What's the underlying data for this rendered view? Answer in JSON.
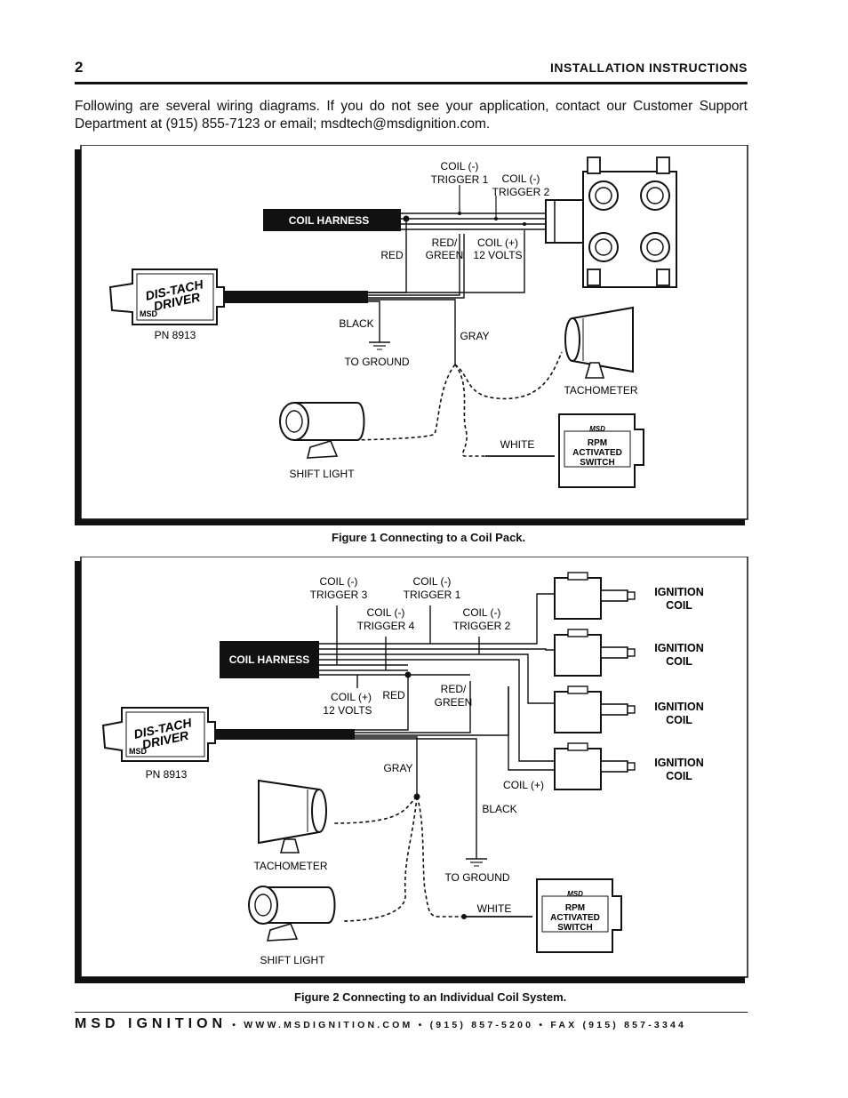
{
  "header": {
    "page_number": "2",
    "title": "INSTALLATION INSTRUCTIONS"
  },
  "intro_text": "Following are several wiring diagrams. If you do not see your application, contact our Customer Support Department at (915) 855-7123 or email; msdtech@msdignition.com.",
  "figure1": {
    "caption": "Figure 1  Connecting to a Coil Pack.",
    "coil_harness": "COIL HARNESS",
    "trigger1": [
      "COIL (-)",
      "TRIGGER 1"
    ],
    "trigger2": [
      "COIL (-)",
      "TRIGGER 2"
    ],
    "red": "RED",
    "red_green": [
      "RED/",
      "GREEN"
    ],
    "coil_plus": [
      "COIL (+)",
      "12 VOLTS"
    ],
    "black": "BLACK",
    "to_ground": "TO GROUND",
    "gray": "GRAY",
    "tachometer": "TACHOMETER",
    "white": "WHITE",
    "shift_light": "SHIFT LIGHT",
    "part_number": "PN 8913",
    "driver_logo": [
      "DIS-TACH",
      "DRIVER"
    ],
    "msd": "MSD",
    "switch_label": [
      "RPM",
      "ACTIVATED",
      "SWITCH"
    ]
  },
  "figure2": {
    "caption": "Figure 2 Connecting to an Individual Coil System.",
    "coil_harness": "COIL HARNESS",
    "trigger3": [
      "COIL (-)",
      "TRIGGER 3"
    ],
    "trigger1": [
      "COIL (-)",
      "TRIGGER 1"
    ],
    "trigger4": [
      "COIL (-)",
      "TRIGGER 4"
    ],
    "trigger2": [
      "COIL (-)",
      "TRIGGER 2"
    ],
    "coil_plus": [
      "COIL (+)",
      "12 VOLTS"
    ],
    "red": "RED",
    "red_green": [
      "RED/",
      "GREEN"
    ],
    "ignition_coil": [
      "IGNITION",
      "COIL"
    ],
    "gray": "GRAY",
    "coil_plus_short": "COIL (+)",
    "black": "BLACK",
    "to_ground": "TO GROUND",
    "tachometer": "TACHOMETER",
    "white": "WHITE",
    "shift_light": "SHIFT LIGHT",
    "part_number": "PN 8913",
    "driver_logo": [
      "DIS-TACH",
      "DRIVER"
    ],
    "msd": "MSD",
    "switch_label": [
      "RPM",
      "ACTIVATED",
      "SWITCH"
    ]
  },
  "footer": {
    "brand": "MSD IGNITION",
    "contact": " • WWW.MSDIGNITION.COM • (915) 857-5200 • FAX (915) 857-3344"
  }
}
